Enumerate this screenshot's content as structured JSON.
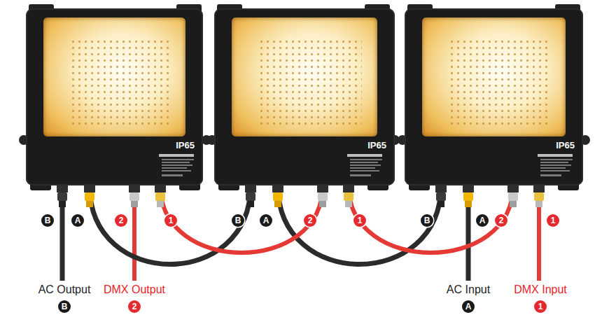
{
  "diagram": {
    "nodes": [
      {
        "text": [
          "IP65"
        ]
      },
      {
        "text": [
          "IP65"
        ]
      },
      {
        "text": [
          "IP65"
        ]
      }
    ],
    "edges": [
      {
        "from": 2,
        "to": 1,
        "arrow": "none"
      },
      {
        "from": 2,
        "to": 1,
        "arrow": "none"
      },
      {
        "from": 1,
        "to": 0,
        "arrow": "none"
      },
      {
        "from": 1,
        "to": 0,
        "arrow": "none"
      }
    ],
    "labels": [
      "B",
      "A",
      "2",
      "1",
      "B",
      "A",
      "2",
      "1",
      "B",
      "A",
      "2",
      "1",
      "AC Output",
      "DMX Output",
      "AC Input",
      "DMX Input",
      "B",
      "2",
      "A",
      "1"
    ]
  }
}
